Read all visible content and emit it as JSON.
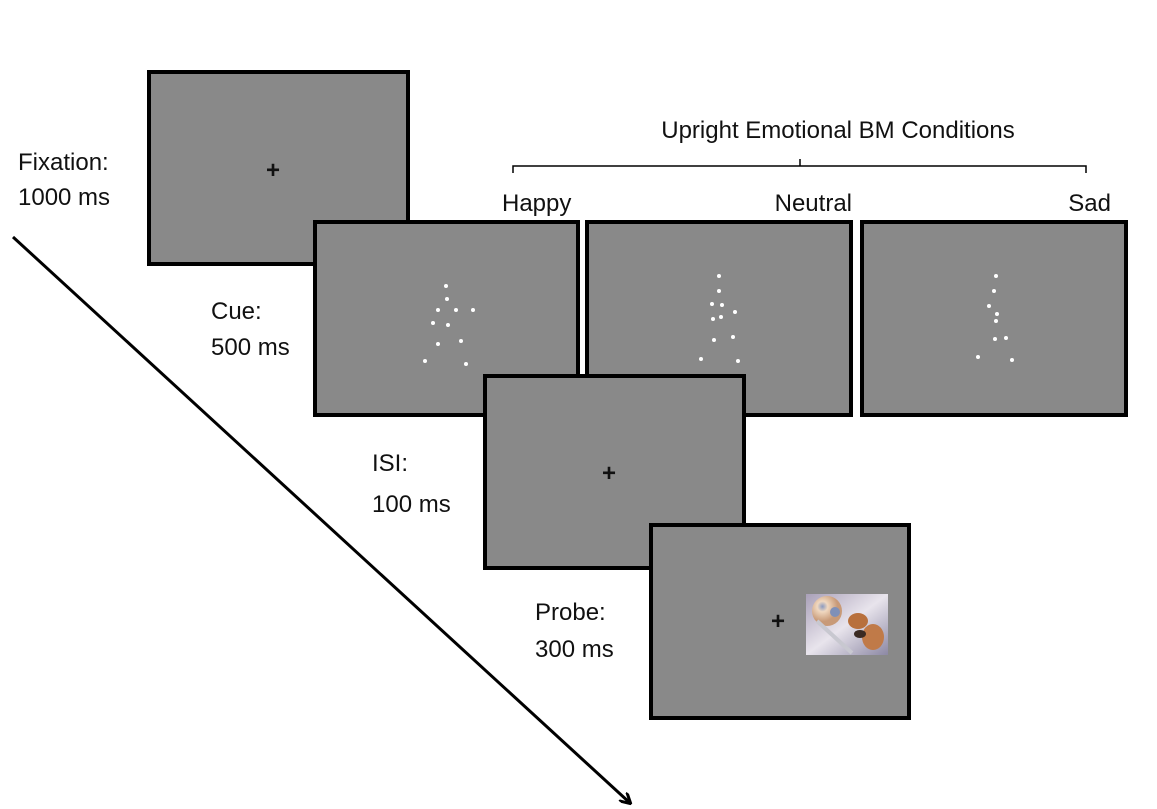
{
  "title": "Upright Emotional BM Conditions",
  "conditions": [
    "Happy",
    "Neutral",
    "Sad"
  ],
  "stages": [
    {
      "name": "Fixation:",
      "duration": "1000 ms"
    },
    {
      "name": "Cue:",
      "duration": "500 ms"
    },
    {
      "name": "ISI:",
      "duration": "100 ms"
    },
    {
      "name": "Probe:",
      "duration": "300 ms"
    }
  ],
  "fixation_symbol": "+",
  "colors": {
    "screen": "#898989",
    "border": "#000000",
    "dots": "#ffffff"
  }
}
